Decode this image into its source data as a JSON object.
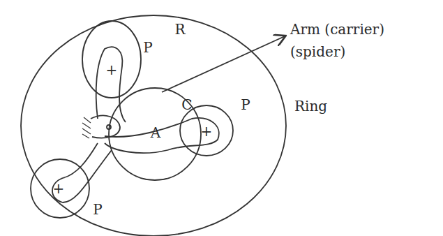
{
  "diagram": {
    "labels": [
      "R",
      "Arm (carrier)",
      "(spider)",
      "Ring",
      "P",
      "+",
      "A",
      "C",
      "P",
      "+",
      "P",
      "+"
    ]
  }
}
